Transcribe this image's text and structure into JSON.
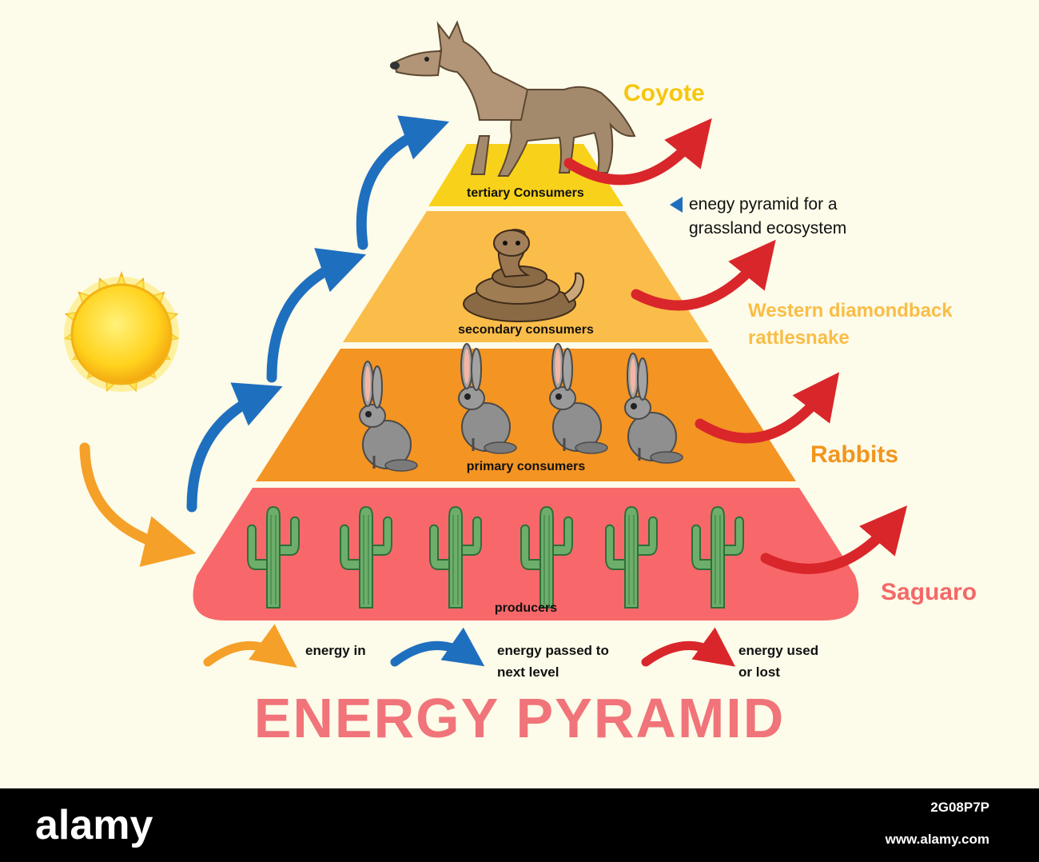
{
  "levels": {
    "tertiary": {
      "label": "tertiary Consumers",
      "organism": "Coyote"
    },
    "secondary": {
      "label": "secondary consumers",
      "organism_line1": "Western diamondback",
      "organism_line2": "rattlesnake"
    },
    "primary": {
      "label": "primary consumers",
      "organism": "Rabbits"
    },
    "producers": {
      "label": "producers",
      "organism": "Saguaro"
    }
  },
  "note": {
    "line1": "enegy pyramid for a",
    "line2": "grassland ecosystem"
  },
  "legend": {
    "energy_in": "energy in",
    "energy_passed_line1": "energy passed to",
    "energy_passed_line2": "next level",
    "energy_used_line1": "energy used",
    "energy_used_line2": "or lost"
  },
  "title": "ENERGY PYRAMID",
  "watermark": {
    "brand": "alamy",
    "ref": "2G08P7P",
    "url": "www.alamy.com"
  },
  "colors": {
    "background": "#fdfbe9",
    "tier_tertiary": "#f8d21a",
    "tier_secondary": "#fbbd4a",
    "tier_primary": "#f39423",
    "tier_producers": "#f8686a",
    "coyote_label": "#f5c60f",
    "snake_label": "#f9bd47",
    "rabbits_label": "#f1951e",
    "saguaro_label": "#f46869",
    "arrow_energy_in": "#f5a028",
    "arrow_passed": "#1f6fbf",
    "arrow_lost": "#d9262b",
    "title": "#f07479"
  }
}
